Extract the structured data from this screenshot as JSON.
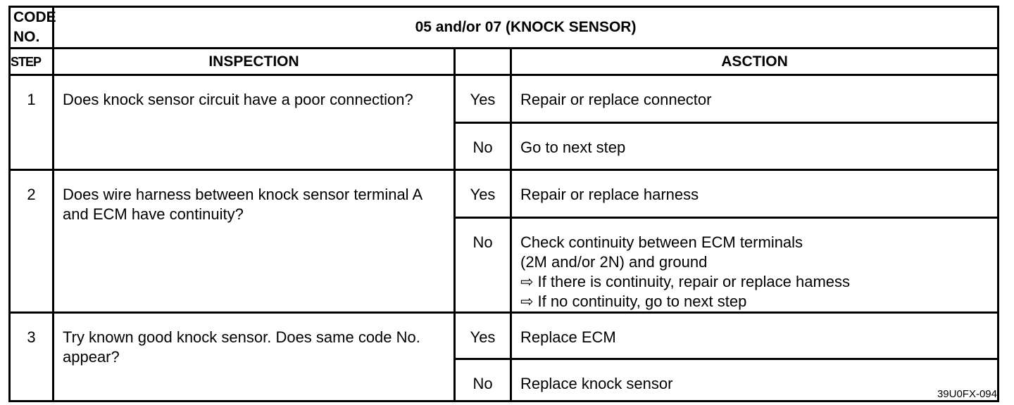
{
  "header": {
    "code_label": "CODE NO.",
    "code_title": "05 and/or 07 (KNOCK SENSOR)"
  },
  "columns": {
    "step": "STEP",
    "inspection": "INSPECTION",
    "answer": "",
    "action": "ASCTION"
  },
  "steps": [
    {
      "number": "1",
      "inspection": "Does knock sensor circuit have a poor connection?",
      "yes_label": "Yes",
      "yes_action": "Repair or replace connector",
      "no_label": "No",
      "no_action": [
        "Go to next step"
      ]
    },
    {
      "number": "2",
      "inspection": "Does wire harness between knock sensor terminal A and ECM have continuity?",
      "yes_label": "Yes",
      "yes_action": "Repair or replace harness",
      "no_label": "No",
      "no_action": [
        "Check continuity between ECM terminals",
        "(2M and/or 2N) and ground",
        "⇨ If there is continuity, repair or replace hamess",
        "⇨ If no continuity, go to next step"
      ]
    },
    {
      "number": "3",
      "inspection": "Try known good knock sensor. Does same code No. appear?",
      "yes_label": "Yes",
      "yes_action": "Replace ECM",
      "no_label": "No",
      "no_action": [
        "Replace knock sensor"
      ]
    }
  ],
  "figure_ref": "39U0FX-094"
}
